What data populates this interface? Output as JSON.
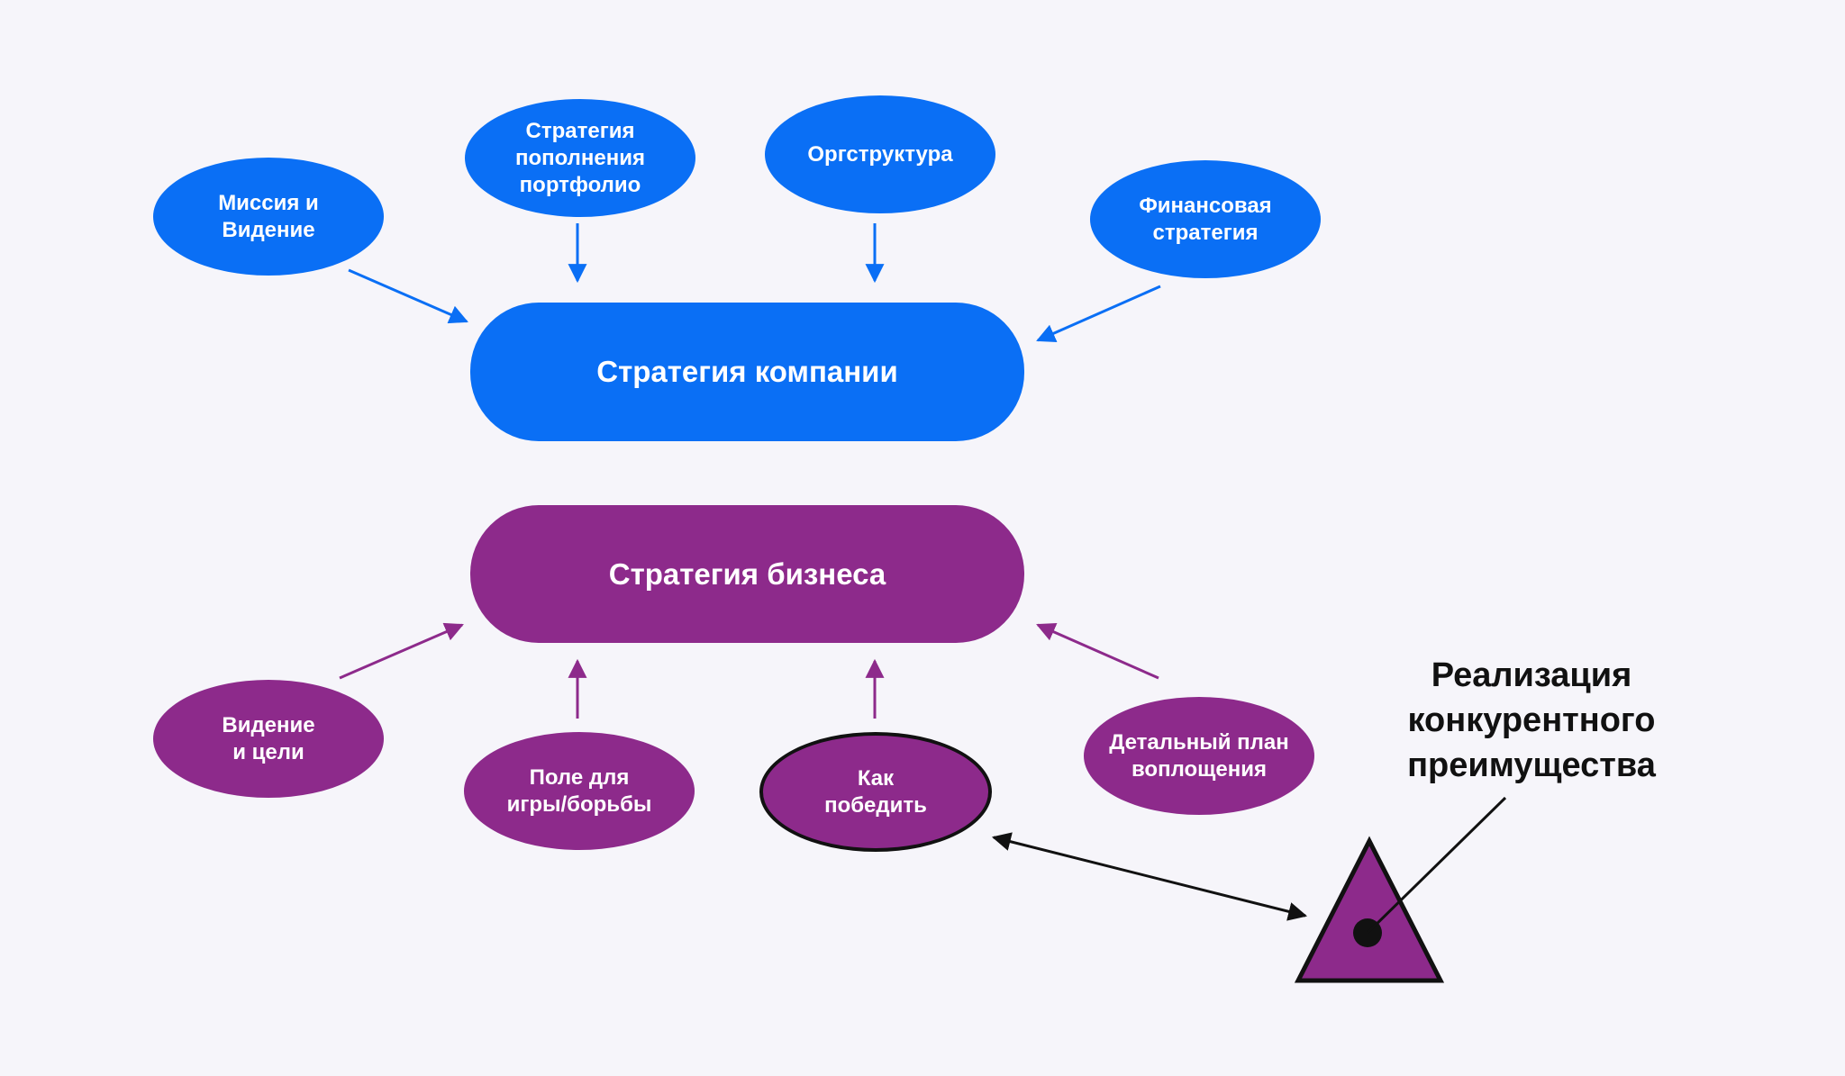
{
  "company": {
    "title": "Стратегия компании",
    "inputs": [
      {
        "id": "mission",
        "label": "Миссия и\nВидение"
      },
      {
        "id": "portfolio",
        "label": "Стратегия\nпополнения\nпортфолио"
      },
      {
        "id": "orgstructure",
        "label": "Оргструктура"
      },
      {
        "id": "finance",
        "label": "Финансовая\nстратегия"
      }
    ]
  },
  "business": {
    "title": "Стратегия бизнеса",
    "inputs": [
      {
        "id": "vision",
        "label": "Видение\nи цели"
      },
      {
        "id": "field",
        "label": "Поле для\nигры/борьбы"
      },
      {
        "id": "how-to-win",
        "label": "Как\nпобедить"
      },
      {
        "id": "plan",
        "label": "Детальный план\nвоплощения"
      }
    ]
  },
  "callout": {
    "label": "Реализация\nконкурентного\nпреимущества"
  },
  "colors": {
    "blue": "#0a6ff5",
    "purple": "#8d2a8b",
    "black": "#111111",
    "background": "#f6f5fa"
  }
}
